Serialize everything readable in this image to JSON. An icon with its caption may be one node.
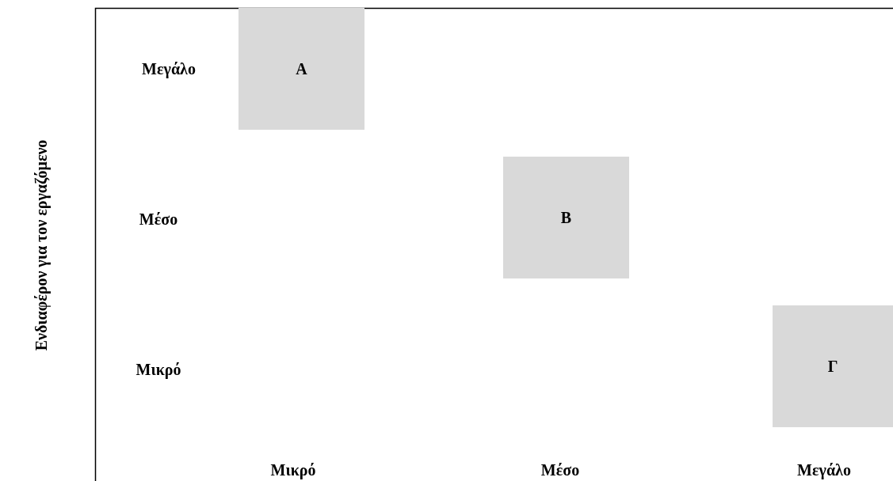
{
  "diagram": {
    "nodes": [
      {
        "text": [
          "Α"
        ]
      },
      {
        "text": [
          "Β"
        ]
      },
      {
        "text": [
          "Γ"
        ]
      }
    ],
    "labels": [
      "Ενδιαφέρον για τον εργαζόμενο",
      "Μεγάλο",
      "Μέσο",
      "Μικρό",
      "Μικρό",
      "Μέσο",
      "Μεγάλο"
    ]
  }
}
